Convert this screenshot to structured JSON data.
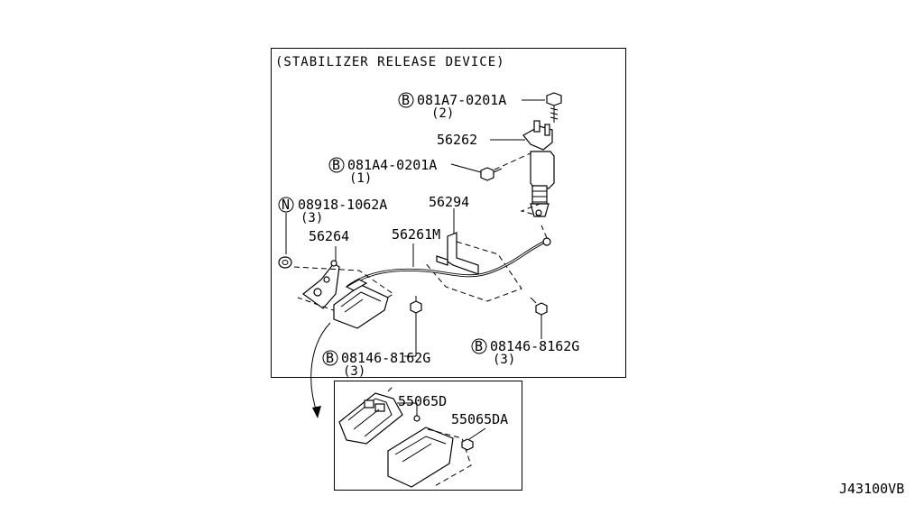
{
  "diagram": {
    "title": "(STABILIZER RELEASE DEVICE)",
    "drawing_code": "J43100VB",
    "callouts": [
      {
        "id": "bolt-081a7",
        "symbol": "B",
        "part_no": "081A7-0201A",
        "qty": "(2)"
      },
      {
        "id": "part-56262",
        "part_no": "56262"
      },
      {
        "id": "bolt-081a4",
        "symbol": "B",
        "part_no": "081A4-0201A",
        "qty": "(1)"
      },
      {
        "id": "nut-08918",
        "symbol": "N",
        "part_no": "08918-1062A",
        "qty": "(3)"
      },
      {
        "id": "part-56294",
        "part_no": "56294"
      },
      {
        "id": "part-56264",
        "part_no": "56264"
      },
      {
        "id": "part-56261m",
        "part_no": "56261M"
      },
      {
        "id": "bolt-08146-left",
        "symbol": "B",
        "part_no": "08146-8162G",
        "qty": "(3)"
      },
      {
        "id": "bolt-08146-right",
        "symbol": "B",
        "part_no": "08146-8162G",
        "qty": "(3)"
      },
      {
        "id": "part-55065d",
        "part_no": "55065D"
      },
      {
        "id": "part-55065da",
        "part_no": "55065DA"
      }
    ]
  }
}
